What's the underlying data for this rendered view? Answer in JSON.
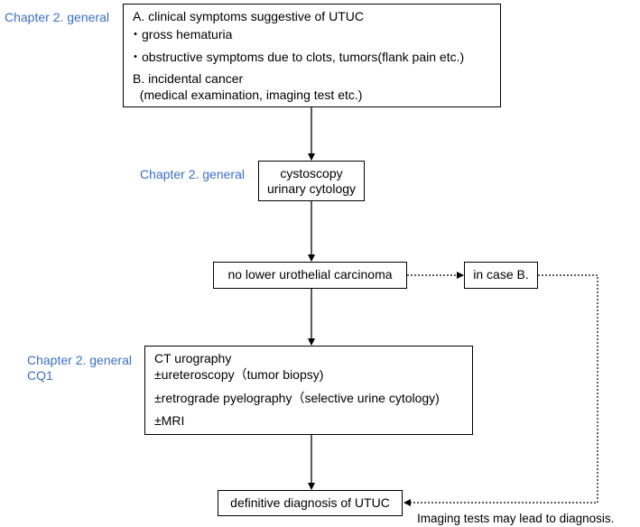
{
  "labels": {
    "l1": "Chapter 2. general",
    "l2": "Chapter 2. general",
    "l3_line1": "Chapter 2. general",
    "l3_line2": "CQ1"
  },
  "box1": {
    "lines": [
      "A. clinical symptoms suggestive of UTUC",
      "・gross hematuria",
      "・obstructive symptoms due to clots, tumors(flank pain etc.)",
      "B. incidental cancer",
      "  (medical examination, imaging test etc.)"
    ]
  },
  "box2": {
    "lines": [
      "cystoscopy",
      "urinary cytology"
    ]
  },
  "box3": {
    "text": "no lower urothelial carcinoma"
  },
  "box4": {
    "text": "in case B."
  },
  "box5": {
    "lines": [
      "CT urography",
      "±ureteroscopy（tumor biopsy)",
      "±retrograde pyelography（selective urine cytology)",
      "±MRI"
    ]
  },
  "box6": {
    "text": "definitive diagnosis of UTUC"
  },
  "footnote": "Imaging tests may lead to diagnosis."
}
